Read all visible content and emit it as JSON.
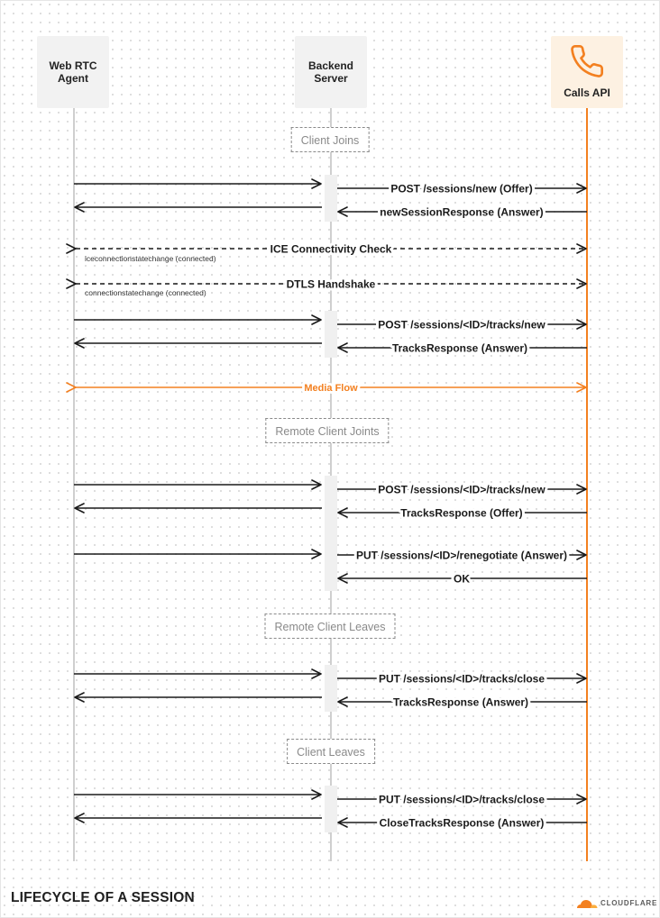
{
  "participants": {
    "webrtc": {
      "line1": "Web RTC",
      "line2": "Agent"
    },
    "backend": {
      "line1": "Backend",
      "line2": "Server"
    },
    "calls": {
      "label": "Calls API",
      "icon": "phone-icon"
    }
  },
  "phases": {
    "client_joins": "Client Joins",
    "remote_joints": "Remote Client Joints",
    "remote_leaves": "Remote Client Leaves",
    "client_leaves": "Client Leaves"
  },
  "messages": {
    "post_new": "POST /sessions/new (Offer)",
    "new_session_response": "newSessionResponse (Answer)",
    "ice_check": "ICE Connectivity Check",
    "ice_state": "iceconnectionstatechange (connected)",
    "dtls": "DTLS Handshake",
    "dtls_state": "connectionstatechange (connected)",
    "post_tracks_new_1": "POST /sessions/<ID>/tracks/new",
    "tracks_response_answer_1": "TracksResponse (Answer)",
    "media_flow": "Media Flow",
    "post_tracks_new_2": "POST /sessions/<ID>/tracks/new",
    "tracks_response_offer": "TracksResponse (Offer)",
    "put_renegotiate": "PUT /sessions/<ID>/renegotiate (Answer)",
    "ok": "OK",
    "put_close_1": "PUT /sessions/<ID>/tracks/close",
    "tracks_response_answer_2": "TracksResponse (Answer)",
    "put_close_2": "PUT /sessions/<ID>/tracks/close",
    "close_tracks_response": "CloseTracksResponse (Answer)"
  },
  "footer": {
    "title": "LIFECYCLE OF A SESSION",
    "brand": "CLOUDFLARE"
  },
  "colors": {
    "accent": "#f38020",
    "line": "#1a1a1a",
    "lifeline": "#cfcfcf",
    "phase_border": "#8a8a8a"
  }
}
